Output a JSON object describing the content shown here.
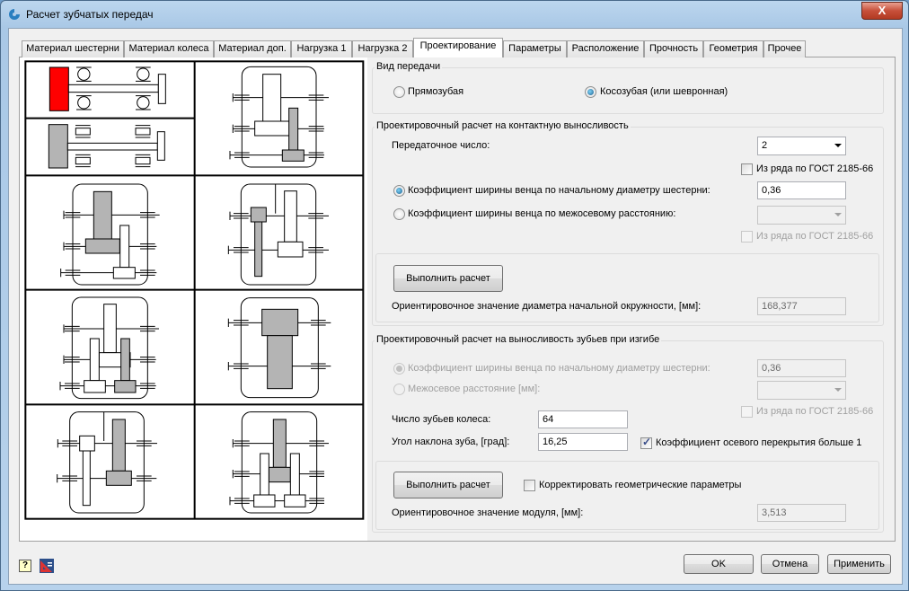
{
  "window": {
    "title": "Расчет зубчатых передач",
    "close_label": "X"
  },
  "tabs": [
    {
      "label": "Материал шестерни"
    },
    {
      "label": "Материал колеса"
    },
    {
      "label": "Материал доп."
    },
    {
      "label": "Нагрузка 1"
    },
    {
      "label": "Нагрузка 2"
    },
    {
      "label": "Проектирование",
      "active": true
    },
    {
      "label": "Параметры"
    },
    {
      "label": "Расположение"
    },
    {
      "label": "Прочность"
    },
    {
      "label": "Геометрия"
    },
    {
      "label": "Прочее"
    }
  ],
  "gear_type": {
    "legend": "Вид передачи",
    "options": [
      {
        "label": "Прямозубая",
        "selected": false
      },
      {
        "label": "Косозубая (или шевронная)",
        "selected": true
      }
    ]
  },
  "contact": {
    "legend": "Проектировочный расчет на контактную выносливость",
    "ratio_label": "Передаточное число:",
    "ratio_value": "2",
    "gost1_label": "Из ряда по ГОСТ 2185-66",
    "gost1_checked": false,
    "coef1_label": "Коэффициент ширины венца по начальному диаметру шестерни:",
    "coef1_value": "0,36",
    "coef1_selected": true,
    "coef2_label": "Коэффициент ширины венца по межосевому расстоянию:",
    "coef2_value": "",
    "coef2_selected": false,
    "gost2_label": "Из ряда по ГОСТ 2185-66",
    "gost2_checked": false,
    "run_label": "Выполнить расчет",
    "result_label": "Ориентировочное значение диаметра начальной окружности, [мм]:",
    "result_value": "168,377"
  },
  "bending": {
    "legend": "Проектировочный расчет на выносливость зубьев при изгибе",
    "coef1_label": "Коэффициент ширины венца по начальному диаметру шестерни:",
    "coef1_value": "0,36",
    "dist_label": "Межосевое расстояние [мм]:",
    "dist_value": "",
    "gost_label": "Из ряда по ГОСТ 2185-66",
    "gost_checked": false,
    "teeth_label": "Число зубьев колеса:",
    "teeth_value": "64",
    "angle_label": "Угол наклона зуба, [град]:",
    "angle_value": "16,25",
    "axial_label": "Коэффициент осевого перекрытия больше 1",
    "axial_checked": true,
    "run_label": "Выполнить расчет",
    "correct_label": "Корректировать геометрические параметры",
    "correct_checked": false,
    "result_label": "Ориентировочное значение модуля, [мм]:",
    "result_value": "3,513"
  },
  "footer": {
    "ok": "OK",
    "cancel": "Отмена",
    "apply": "Применить",
    "help_icon": "help-icon",
    "calc_icon": "triangle-ruler-icon"
  },
  "colors": {
    "selected_scheme": "#ff0000",
    "gear_fill": "#b4b4b4"
  }
}
